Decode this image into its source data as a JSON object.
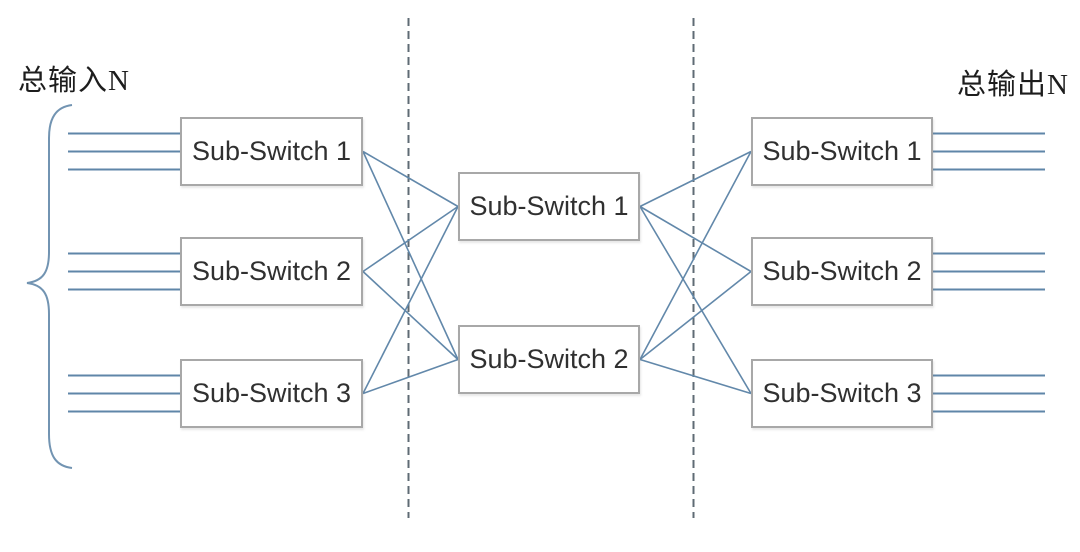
{
  "diagram": {
    "kind": "three-stage-switch-network",
    "labels": {
      "total_input": "总输入N",
      "total_output": "总输出N"
    },
    "stages": {
      "input_stage": [
        "Sub-Switch 1",
        "Sub-Switch 2",
        "Sub-Switch 3"
      ],
      "middle_stage": [
        "Sub-Switch 1",
        "Sub-Switch 2"
      ],
      "output_stage": [
        "Sub-Switch 1",
        "Sub-Switch 2",
        "Sub-Switch 3"
      ]
    },
    "trunk_lines_per_box": 3,
    "connections": {
      "input_to_middle": "full mesh (3 x 2)",
      "middle_to_output": "full mesh (2 x 3)"
    },
    "colors": {
      "link_line": "#6288aa",
      "trunk_line": "#5f86a8",
      "dashed_divider": "#5f6b74",
      "brace": "#7294b2",
      "box_border": "#a8a8a8",
      "box_text": "#303030",
      "label_text": "#1d1d1d",
      "background": "#ffffff"
    }
  }
}
